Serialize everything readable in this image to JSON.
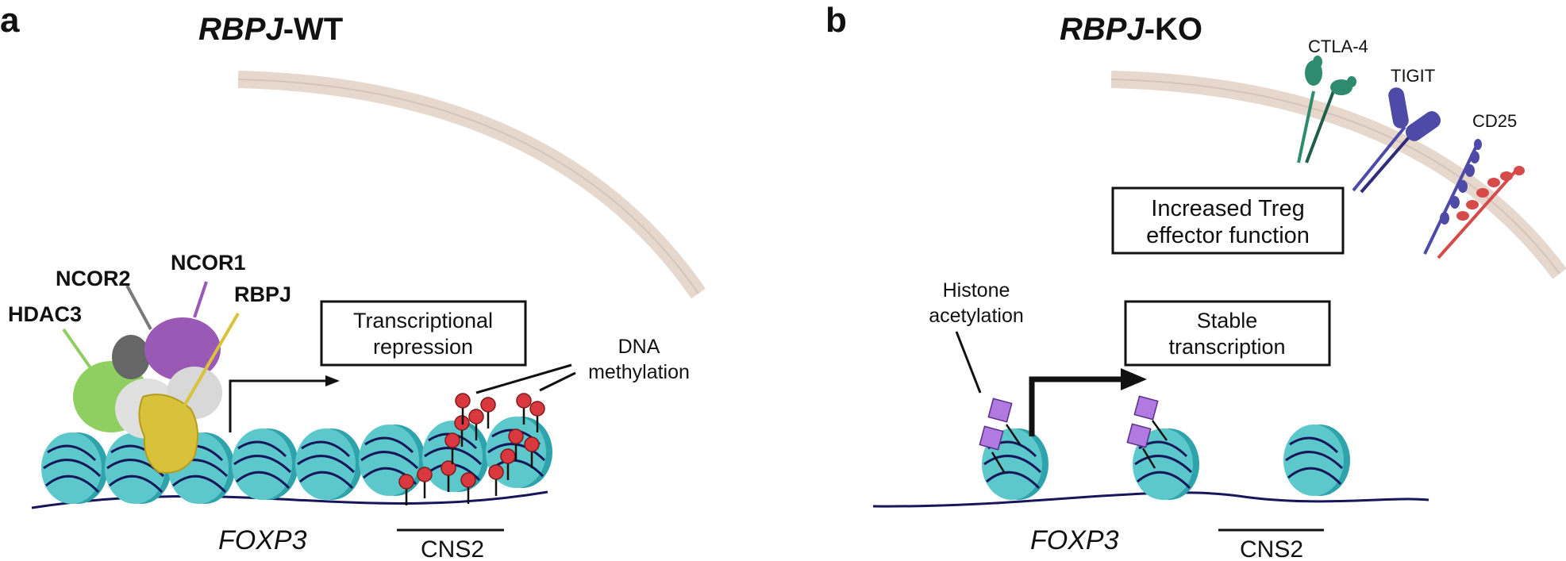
{
  "panels": {
    "a": {
      "letter": "a",
      "title_gene": "RBPJ",
      "title_suffix": "-WT",
      "proteins": {
        "ncor2": "NCOR2",
        "ncor1": "NCOR1",
        "hdac3": "HDAC3",
        "rbpj": "RBPJ"
      },
      "box_line1": "Transcriptional",
      "box_line2": "repression",
      "dna_methylation_line1": "DNA",
      "dna_methylation_line2": "methylation",
      "gene_label": "FOXP3",
      "region_label": "CNS2"
    },
    "b": {
      "letter": "b",
      "title_gene": "RBPJ",
      "title_suffix": "-KO",
      "receptors": {
        "ctla4": "CTLA-4",
        "tigit": "TIGIT",
        "cd25": "CD25"
      },
      "effector_line1": "Increased Treg",
      "effector_line2": "effector function",
      "histone_line1": "Histone",
      "histone_line2": "acetylation",
      "box_line1": "Stable",
      "box_line2": "transcription",
      "gene_label": "FOXP3",
      "region_label": "CNS2"
    }
  },
  "colors": {
    "nucleosome": "#5cc8cc",
    "nucleosome_dark": "#2fa3ab",
    "dna": "#15175a",
    "membrane": "#e7d8ce",
    "methyl": "#d9383e",
    "ncor1": "#9b59b6",
    "ncor2": "#7a7a7a",
    "hdac3": "#8fcf62",
    "rbpj": "#d8c23a",
    "acetyl": "#b07ae0",
    "ctla4": "#2e8b6e",
    "tigit": "#4d4aa8",
    "cd25": "#d64a4a"
  }
}
